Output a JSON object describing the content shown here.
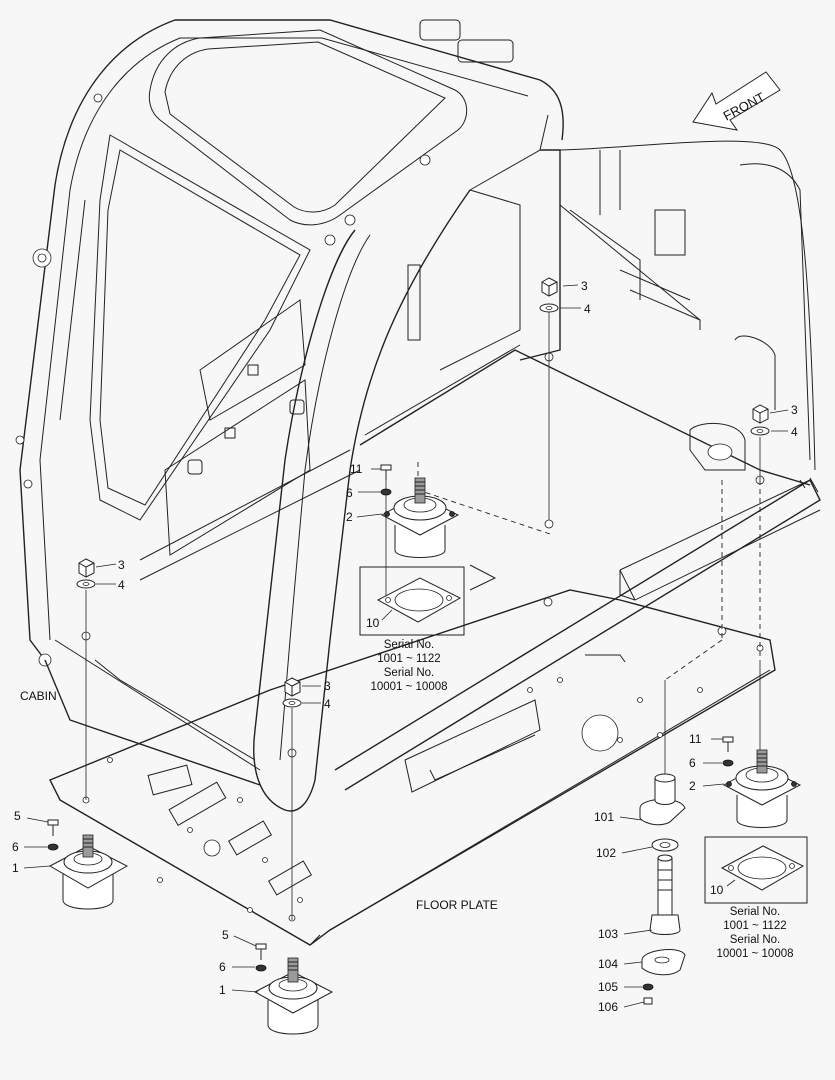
{
  "labels": {
    "front": "FRONT",
    "cabin": "CABIN",
    "floor_plate": "FLOOR PLATE"
  },
  "callouts": [
    {
      "id": "c-3-right-top",
      "text": "3"
    },
    {
      "id": "c-4-right-top",
      "text": "4"
    },
    {
      "id": "c-3-right",
      "text": "3"
    },
    {
      "id": "c-4-right",
      "text": "4"
    },
    {
      "id": "c-11-center",
      "text": "11"
    },
    {
      "id": "c-6-center",
      "text": "6"
    },
    {
      "id": "c-2-center",
      "text": "2"
    },
    {
      "id": "c-10-center",
      "text": "10"
    },
    {
      "id": "c-3-left",
      "text": "3"
    },
    {
      "id": "c-4-left",
      "text": "4"
    },
    {
      "id": "c-3-mid",
      "text": "3"
    },
    {
      "id": "c-4-mid",
      "text": "4"
    },
    {
      "id": "c-5-left",
      "text": "5"
    },
    {
      "id": "c-6-left",
      "text": "6"
    },
    {
      "id": "c-1-left",
      "text": "1"
    },
    {
      "id": "c-5-bottom",
      "text": "5"
    },
    {
      "id": "c-6-bottom",
      "text": "6"
    },
    {
      "id": "c-1-bottom",
      "text": "1"
    },
    {
      "id": "c-11-right",
      "text": "11"
    },
    {
      "id": "c-6-right",
      "text": "6"
    },
    {
      "id": "c-2-right",
      "text": "2"
    },
    {
      "id": "c-10-right",
      "text": "10"
    },
    {
      "id": "c-101",
      "text": "101"
    },
    {
      "id": "c-102",
      "text": "102"
    },
    {
      "id": "c-103",
      "text": "103"
    },
    {
      "id": "c-104",
      "text": "104"
    },
    {
      "id": "c-105",
      "text": "105"
    },
    {
      "id": "c-106",
      "text": "106"
    }
  ],
  "serial_center": [
    "Serial No.",
    "1001 ~ 1122",
    "Serial No.",
    "10001 ~ 10008"
  ],
  "serial_right": [
    "Serial No.",
    "1001 ~ 1122",
    "Serial No.",
    "10001 ~ 10008"
  ]
}
